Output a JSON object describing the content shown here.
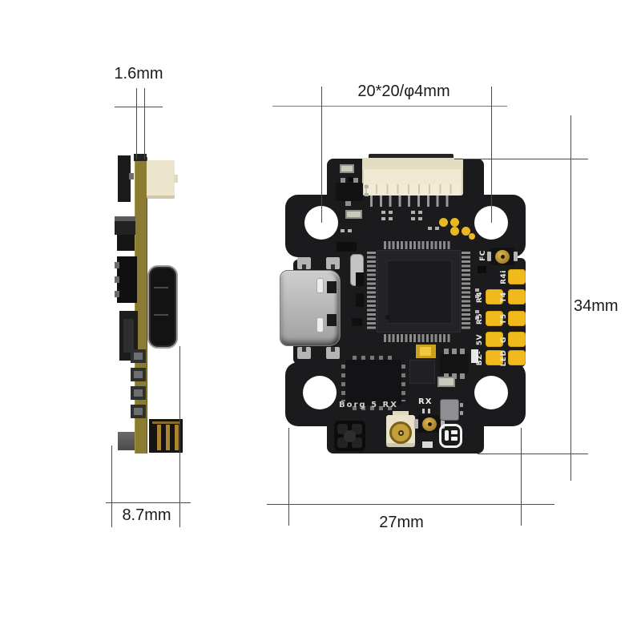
{
  "side_view": {
    "thickness_label": "1.6mm",
    "width_label": "8.7mm"
  },
  "top_view": {
    "mounting_label": "20*20/φ4mm",
    "height_label": "34mm",
    "width_label": "27mm",
    "silkscreen": {
      "board_name": "Borg 5 RX",
      "rx_label": "RX",
      "fc_label": "FC"
    },
    "pads_inner": [
      "R4",
      "R5",
      "5V",
      "BZ-"
    ],
    "pads_outer": [
      "R4i",
      "T4",
      "T5",
      "G",
      "LED"
    ]
  },
  "colors": {
    "board_black": "#1b1b1d",
    "pad_gold": "#f1ba1c",
    "connector_cream": "#ece5cc",
    "pcb_edge_olive": "#8c7c33",
    "hole_white": "#ffffff",
    "dimension_line": "#4b4b4b"
  }
}
